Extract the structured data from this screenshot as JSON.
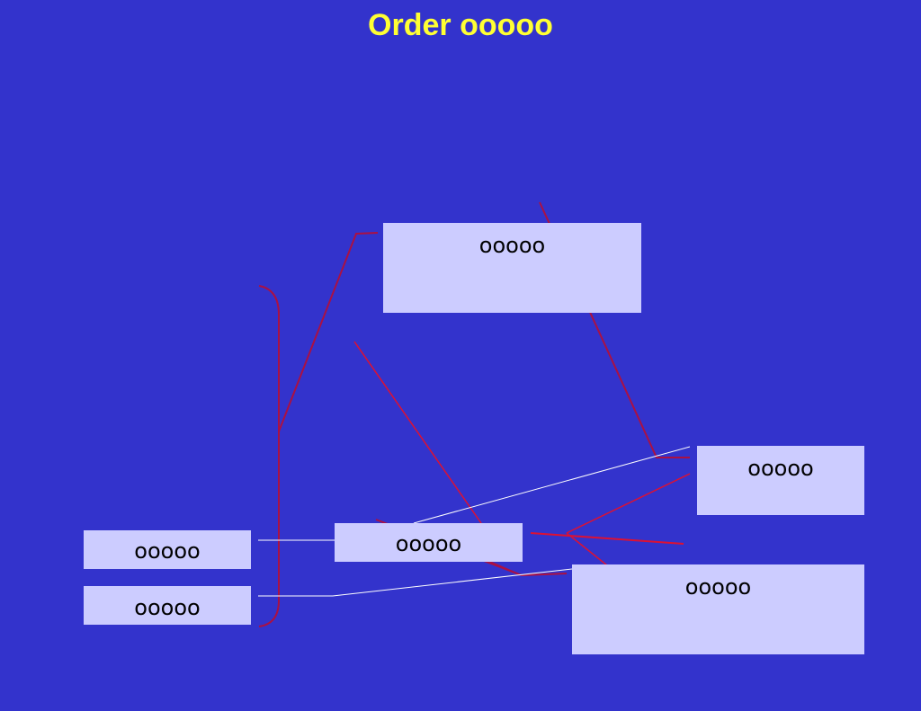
{
  "title": "Order ooooo",
  "colors": {
    "background": "#3333cc",
    "title": "#ffff33",
    "box_fill": "#ccccff",
    "box_text": "#000000",
    "line_red": "#dd1133",
    "line_dark_red": "#aa1144",
    "line_white": "#ffffff"
  },
  "boxes": {
    "top": "ooooo",
    "right_upper": "ooooo",
    "center": "ooooo",
    "right_lower": "ooooo",
    "left_upper": "ooooo",
    "left_lower": "ooooo"
  }
}
